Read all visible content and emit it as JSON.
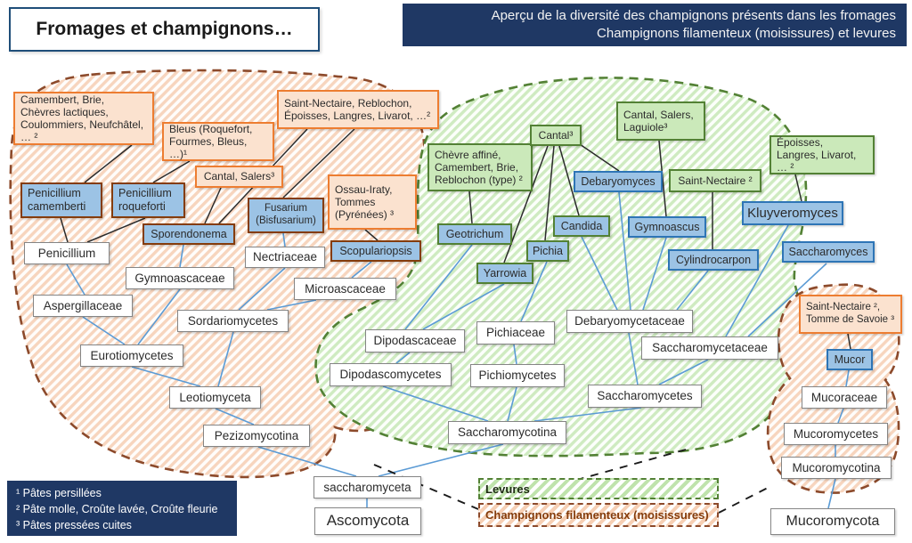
{
  "header": {
    "title": "Fromages et champignons…",
    "banner_line1": "Aperçu de la diversité des champignons présents dans les fromages",
    "banner_line2": "Champignons filamenteux (moisissures) et levures"
  },
  "legend": {
    "line1": "¹ Pâtes persillées",
    "line2": "² Pâte molle, Croûte lavée, Croûte fleurie",
    "line3": "³ Pâtes pressées cuites"
  },
  "regions": {
    "levures_label": "Levures",
    "moisissures_label": "Champignons filamenteux (moisissures)"
  },
  "colors": {
    "navy": "#1F3864",
    "orange_border": "#ED7D31",
    "orange_fill": "#FBE2CF",
    "green_border": "#538135",
    "green_fill": "#CBE9BA",
    "blue_fill": "#9CC3E5",
    "blue_border": "#2E75B6",
    "brown_border": "#843C0C",
    "edge_blue": "#5B9BD5",
    "edge_black": "#2b2b2b"
  },
  "nodes": {
    "camembert": "Camembert, Brie, Chèvres lactiques, Coulommiers, Neufchâtel, … ²",
    "bleus": "Bleus (Roquefort, Fourmes, Bleus, …)¹",
    "st_nectaire_group": "Saint-Nectaire, Reblochon, Époisses, Langres, Livarot, …²",
    "cantal_salers": "Cantal, Salers³",
    "ossau_iraty": "Ossau-Iraty, Tommes (Pyrénées) ³",
    "penicillium_camemberti": "Penicillium camemberti",
    "penicillium_roqueforti": "Penicillium roqueforti",
    "sporendonema": "Sporendonema",
    "fusarium": "Fusarium (Bisfusarium)",
    "scopulariopsis": "Scopulariopsis",
    "penicillium": "Penicillium",
    "gymnoascaceae": "Gymnoascaceae",
    "nectriaceae": "Nectriaceae",
    "microascaceae": "Microascaceae",
    "aspergillaceae": "Aspergillaceae",
    "sordariomycetes": "Sordariomycetes",
    "eurotiomycetes": "Eurotiomycetes",
    "leotiomyceta": "Leotiomyceta",
    "pezizomycotina": "Pezizomycotina",
    "chevre_affine": "Chèvre affiné, Camembert, Brie, Reblochon (type) ²",
    "cantal3": "Cantal³",
    "cantal_salers_laguiole": "Cantal, Salers, Laguiole³",
    "saint_nectaire2": "Saint-Nectaire ²",
    "epoisses_langres": "Époisses, Langres, Livarot, … ²",
    "geotrichum": "Geotrichum",
    "yarrowia": "Yarrowia",
    "pichia": "Pichia",
    "candida": "Candida",
    "debaryomyces": "Debaryomyces",
    "gymnoascus": "Gymnoascus",
    "cylindrocarpon": "Cylindrocarpon",
    "kluyveromyces": "Kluyveromyces",
    "saccharomyces": "Saccharomyces",
    "dipodascaceae": "Dipodascaceae",
    "pichiaceae": "Pichiaceae",
    "debaryomycetaceae": "Debaryomycetaceae",
    "saccharomycetaceae": "Saccharomycetaceae",
    "dipodascomycetes": "Dipodascomycetes",
    "pichiomycetes": "Pichiomycetes",
    "saccharomycetes": "Saccharomycetes",
    "saccharomycotina": "Saccharomycotina",
    "saint_nectaire_tomme": "Saint-Nectaire ², Tomme de Savoie ³",
    "mucor": "Mucor",
    "mucoraceae": "Mucoraceae",
    "mucoromycetes": "Mucoromycetes",
    "mucoromycotina": "Mucoromycotina",
    "saccharomyceta": "saccharomyceta",
    "ascomycota": "Ascomycota",
    "mucoromycota": "Mucoromycota"
  }
}
